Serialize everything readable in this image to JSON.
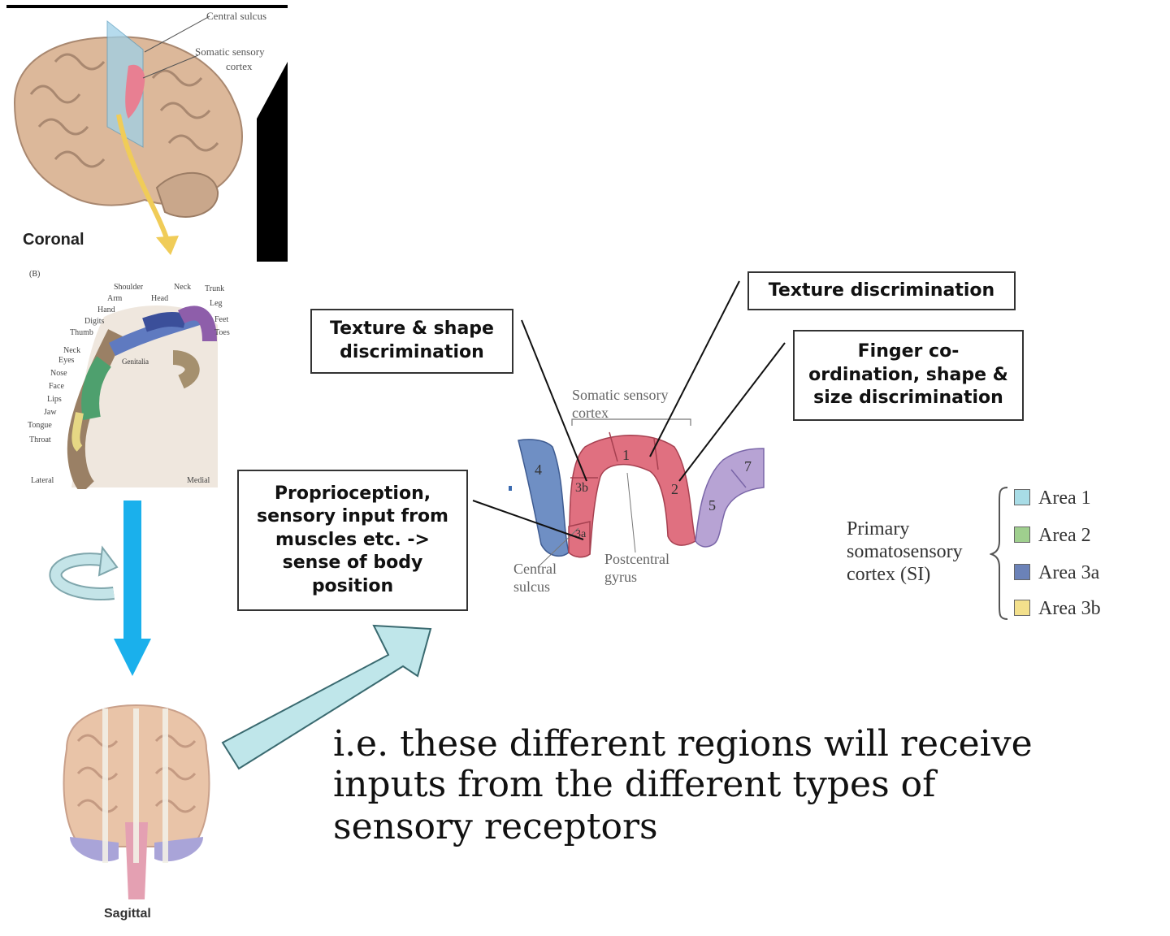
{
  "coronal_panel": {
    "label": "Coronal",
    "labels": {
      "central_sulcus": "Central sulcus",
      "somatic_sensory_1": "Somatic sensory",
      "somatic_sensory_2": "cortex"
    }
  },
  "homunculus_panel": {
    "panel_letter": "(B)",
    "labels": {
      "shoulder": "Shoulder",
      "arm": "Arm",
      "hand": "Hand",
      "digits": "Digits",
      "thumb": "Thumb",
      "neck_left": "Neck",
      "eyes": "Eyes",
      "nose": "Nose",
      "face": "Face",
      "lips": "Lips",
      "jaw": "Jaw",
      "tongue": "Tongue",
      "throat": "Throat",
      "neck_top": "Neck",
      "head": "Head",
      "trunk": "Trunk",
      "leg": "Leg",
      "feet": "Feet",
      "toes": "Toes",
      "genitals": "Genitalia",
      "lateral": "Lateral",
      "medial": "Medial"
    }
  },
  "sagittal_panel": {
    "label": "Sagittal"
  },
  "cortex_diagram": {
    "header_1": "Somatic sensory",
    "header_2": "cortex",
    "areas": {
      "a4": "4",
      "a3b": "3b",
      "a1": "1",
      "a2": "2",
      "a3a": "3a",
      "a5": "5",
      "a7": "7"
    },
    "central_sulcus_1": "Central",
    "central_sulcus_2": "sulcus",
    "postcentral_1": "Postcentral",
    "postcentral_2": "gyrus"
  },
  "callouts": {
    "texture_shape": [
      "Texture & shape",
      "discrimination"
    ],
    "texture": [
      "Texture discrimination"
    ],
    "finger": [
      "Finger co-",
      "ordination, shape &",
      "size discrimination"
    ],
    "proprioception": [
      "Proprioception,",
      "sensory input from",
      "muscles etc. ->",
      "sense of body",
      "position"
    ]
  },
  "legend": {
    "title_1": "Primary",
    "title_2": "somatosensory",
    "title_3": "cortex (SI)",
    "items": [
      {
        "label": "Area 1",
        "color": "#a8dce6"
      },
      {
        "label": "Area 2",
        "color": "#9fcf8e"
      },
      {
        "label": "Area 3a",
        "color": "#6b82b8"
      },
      {
        "label": "Area 3b",
        "color": "#f3e08c"
      }
    ]
  },
  "caption": {
    "line1": "i.e. these different regions will receive",
    "line2": "inputs from the different types of",
    "line3": "sensory receptors"
  },
  "colors": {
    "cortex_pink": "#e07080",
    "area4_blue": "#6f8fc4",
    "area5_purple": "#b7a3d4",
    "arrow_cyan": "#1ab0ec",
    "arrow_pale": "#bfe6ea",
    "brain_tan": "#e2c4a8"
  }
}
